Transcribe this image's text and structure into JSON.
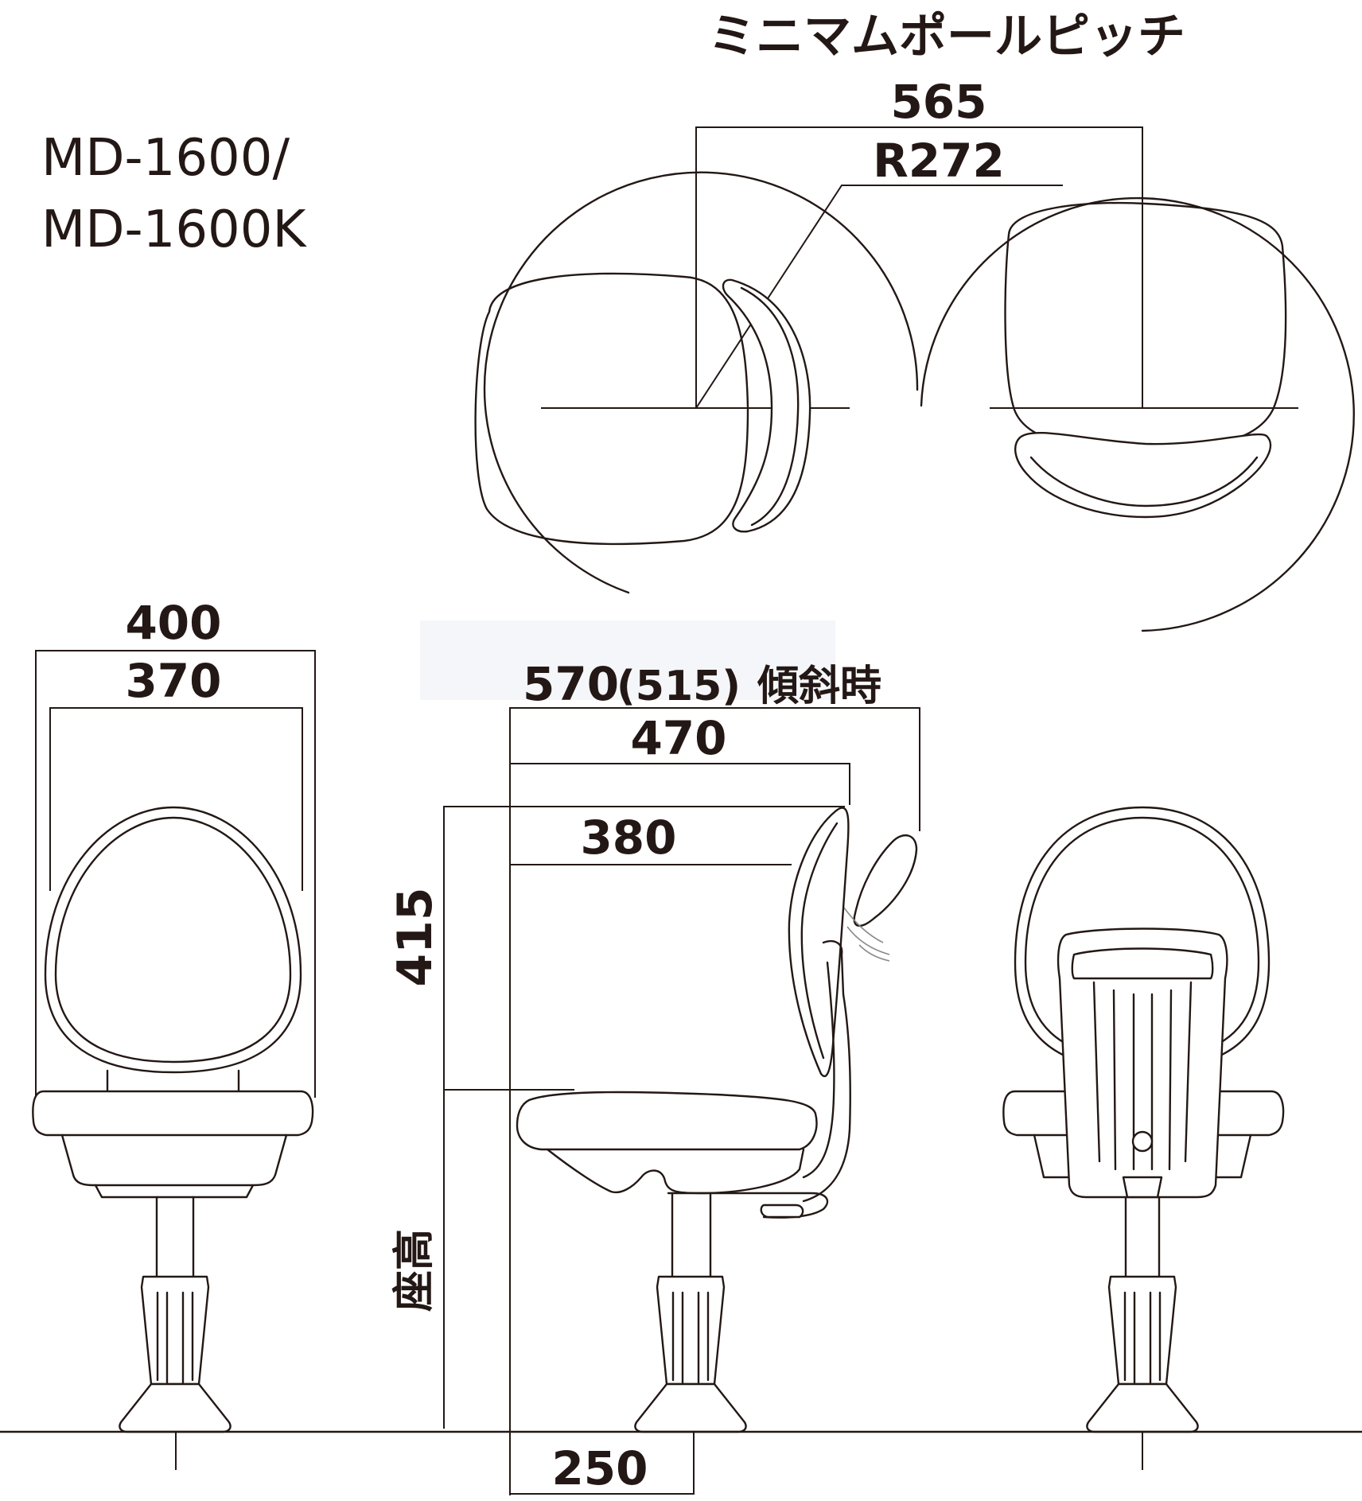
{
  "model": {
    "line1": "MD-1600/",
    "line2": "MD-1600K"
  },
  "top_view": {
    "pitch_label": "ミニマムポールピッチ",
    "pitch_value": "565",
    "radius_value": "R272"
  },
  "front_view": {
    "outer_width": "400",
    "inner_width": "370"
  },
  "side_view": {
    "tilt_depth": "570",
    "tilt_depth_paren": "(515)",
    "tilt_label": "傾斜時",
    "depth_470": "470",
    "depth_380": "380",
    "back_height": "415",
    "seat_height_label": "座高",
    "base_width": "250"
  }
}
